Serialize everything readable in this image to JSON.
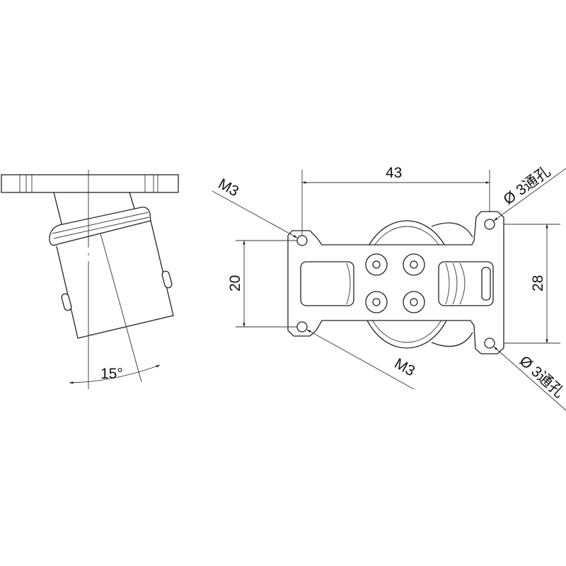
{
  "side_view": {
    "tilt_angle_label": "15°"
  },
  "top_view": {
    "width_dimension": "43",
    "mount_spacing_left": "20",
    "mount_spacing_right": "28",
    "thread_label_top": "M3",
    "thread_label_bottom": "M3",
    "through_hole_label_top": "Ø 3通孔",
    "through_hole_label_bottom": "Ø 3通孔"
  },
  "colors": {
    "line": "#222222",
    "background": "#ffffff"
  }
}
